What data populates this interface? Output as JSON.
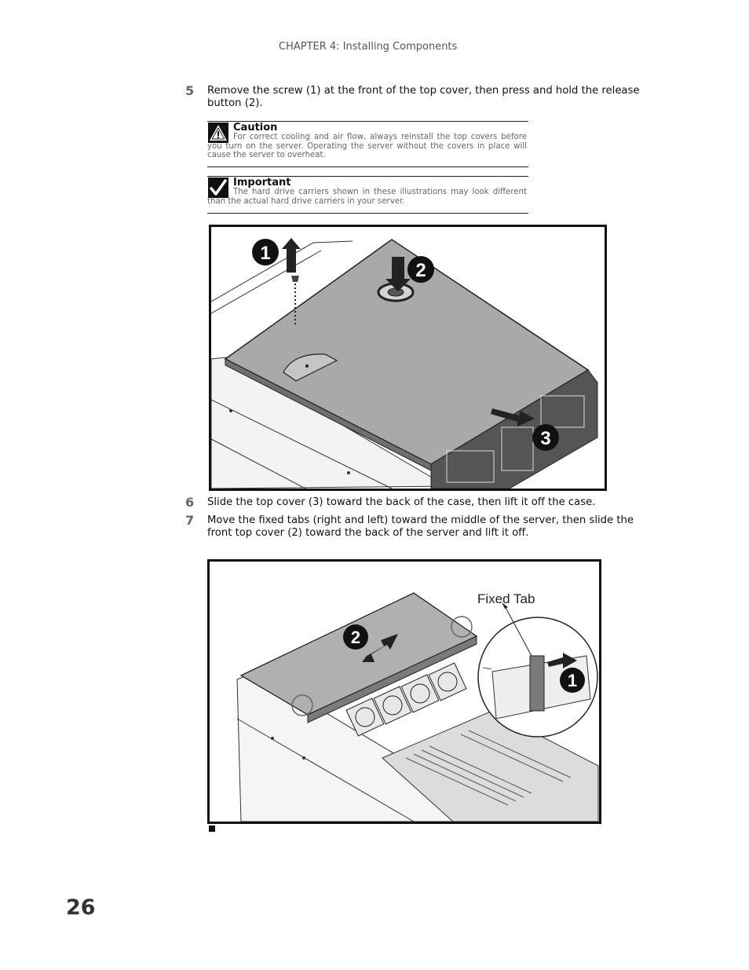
{
  "header": {
    "chapter": "CHAPTER 4: Installing Components"
  },
  "steps": [
    {
      "number": "5",
      "text": "Remove the screw (1) at the front of the top cover, then press and hold the release button (2)."
    },
    {
      "number": "6",
      "text": "Slide the top cover (3) toward the back of the case, then lift it off the case."
    },
    {
      "number": "7",
      "text": "Move the fixed tabs (right and left) toward the middle of the server, then slide the front top cover (2) toward the back of the server and lift it off."
    }
  ],
  "caution": {
    "title": "Caution",
    "body": "For correct cooling and air flow, always reinstall the top covers before you turn on the server. Operating the server without the covers in place will cause the server to overheat.",
    "icon": "warning-triangle-icon"
  },
  "important": {
    "title": "Important",
    "body": "The hard drive carriers shown in these illustrations may look different than the actual hard drive carriers in your server.",
    "icon": "checkmark-icon"
  },
  "figure1": {
    "callouts": [
      "1",
      "2",
      "3"
    ]
  },
  "figure2": {
    "callouts": [
      "2",
      "1"
    ],
    "label": "Fixed Tab"
  },
  "page_number": "26"
}
